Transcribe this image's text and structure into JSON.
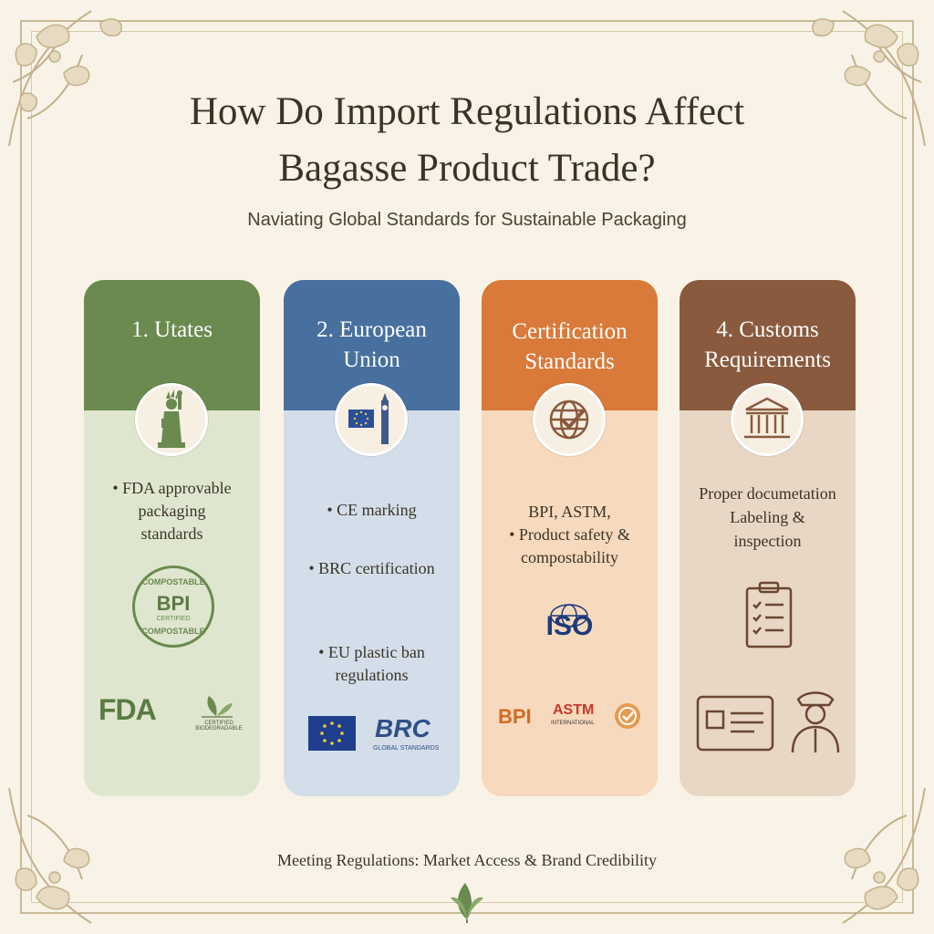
{
  "header": {
    "title_line1": "How Do Import Regulations Affect",
    "title_line2": "Bagasse Product Trade?",
    "subtitle": "Naviating Global Standards for Sustainable Packaging"
  },
  "cards": [
    {
      "title_line1": "1. Utates",
      "title_line2": "",
      "icon": "statue-of-liberty-icon",
      "bullets": [
        "• FDA approvable",
        "packaging",
        "standards"
      ],
      "logos": {
        "badge_top": "COMPOSTABLE",
        "badge_mid": "BPI",
        "badge_small": "CERTIFIED",
        "badge_bottom": "COMPOSTABLE",
        "fda": "FDA",
        "plant_label": "CERTIFIED BIODEGRADABLE"
      }
    },
    {
      "title_line1": "2. European",
      "title_line2": "Union",
      "icon": "eu-flag-big-ben-icon",
      "bullets": [
        "• CE marking",
        "• BRC certification",
        "• EU plastic ban",
        "regulations"
      ],
      "logos": {
        "brc": "BRC",
        "brc_sub": "GLOBAL STANDARDS"
      }
    },
    {
      "title_line1": "Certification",
      "title_line2": "Standards",
      "icon": "globe-check-icon",
      "bullets": [
        "BPI, ASTM,",
        "• Product safety &",
        "compostability"
      ],
      "logos": {
        "iso": "ISO",
        "bpi": "BPI",
        "astm": "ASTM",
        "astm_sub": "INTERNATIONAL"
      }
    },
    {
      "title_line1": "4. Customs",
      "title_line2": "Requirements",
      "icon": "customs-building-icon",
      "bullets": [
        "Proper documetation",
        "Labeling &",
        "inspection"
      ],
      "logos": {}
    }
  ],
  "footer": {
    "text": "Meeting Regulations: Market Access & Brand Credibility"
  },
  "colors": {
    "background": "#f8f3e6",
    "usa": "#6a8a50",
    "eu": "#48709f",
    "cert": "#d97a3a",
    "customs": "#8a5a3e"
  }
}
